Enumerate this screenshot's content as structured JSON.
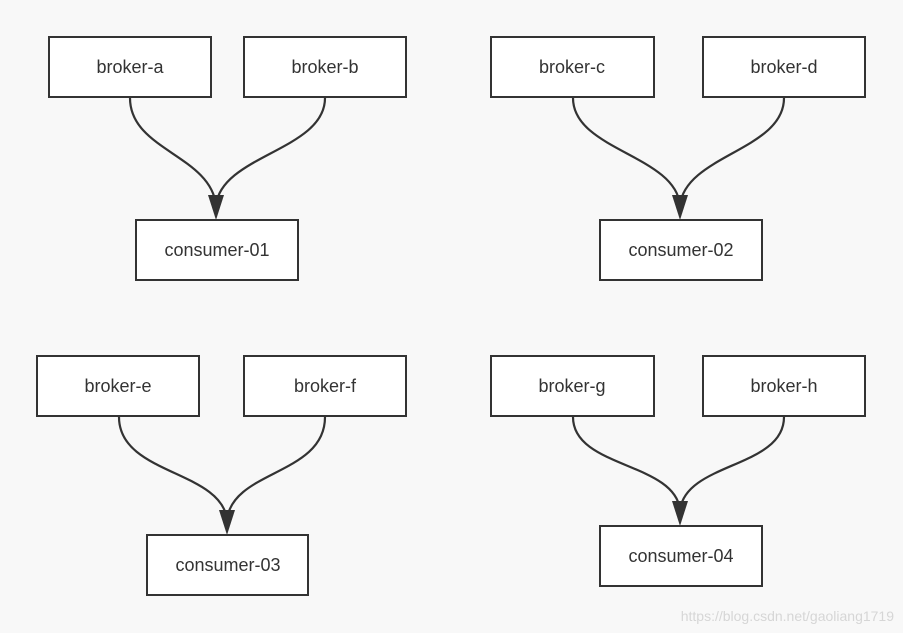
{
  "groups": [
    {
      "brokers": [
        "broker-a",
        "broker-b"
      ],
      "consumer": "consumer-01"
    },
    {
      "brokers": [
        "broker-c",
        "broker-d"
      ],
      "consumer": "consumer-02"
    },
    {
      "brokers": [
        "broker-e",
        "broker-f"
      ],
      "consumer": "consumer-03"
    },
    {
      "brokers": [
        "broker-g",
        "broker-h"
      ],
      "consumer": "consumer-04"
    }
  ],
  "watermark": "https://blog.csdn.net/gaoliang1719"
}
